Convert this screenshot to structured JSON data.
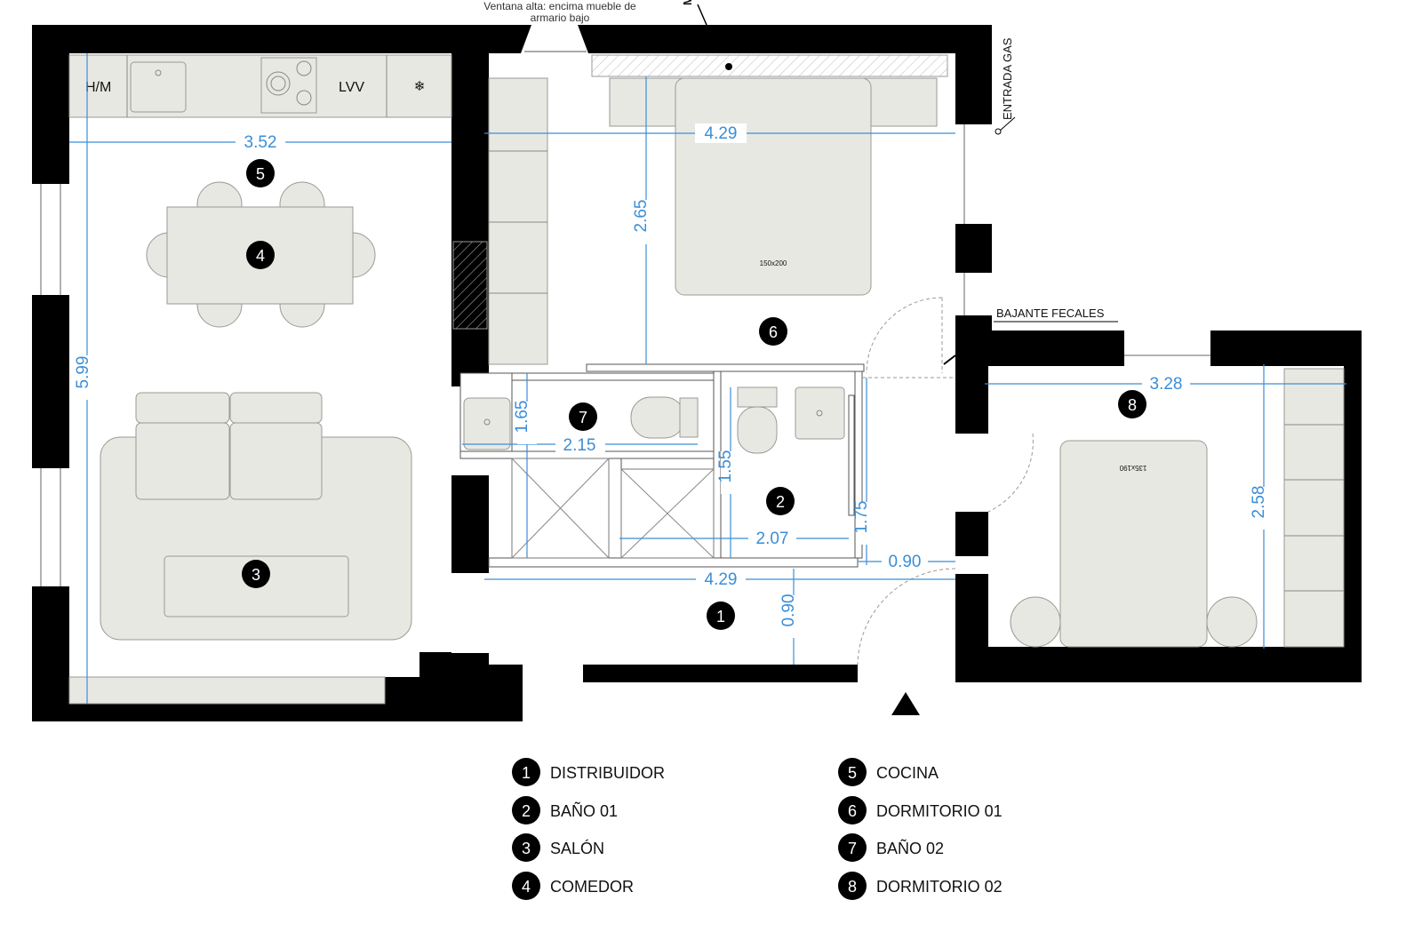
{
  "title": "Floor plan",
  "annotations": {
    "window_note_line1": "Ventana alta: encima mueble de",
    "window_note_line2": "armario bajo",
    "gas_entry": "ENTRADA GAS",
    "drain": "BAJANTE FECALES",
    "kitchen_hm": "H/M",
    "kitchen_lvv": "LVV",
    "bed1_size": "150x200",
    "bed2_size": "135x190",
    "top_cut_label": "M"
  },
  "dimensions": {
    "kitchen_width": "3.52",
    "living_height": "5.99",
    "dorm1_width": "4.29",
    "dorm1_depth": "2.65",
    "bath2_width": "2.15",
    "bath2_depth": "1.65",
    "bath1_depth": "1.55",
    "bath1_width": "2.07",
    "bath1_side": "1.75",
    "door_width": "0.90",
    "hall_width": "4.29",
    "hall_depth": "0.90",
    "dorm2_width": "3.28",
    "dorm2_depth": "2.58"
  },
  "rooms": [
    {
      "number": "1",
      "name": "DISTRIBUIDOR"
    },
    {
      "number": "2",
      "name": "BAÑO 01"
    },
    {
      "number": "3",
      "name": "SALÓN"
    },
    {
      "number": "4",
      "name": "COMEDOR"
    },
    {
      "number": "5",
      "name": "COCINA"
    },
    {
      "number": "6",
      "name": "DORMITORIO 01"
    },
    {
      "number": "7",
      "name": "BAÑO 02"
    },
    {
      "number": "8",
      "name": "DORMITORIO 02"
    }
  ],
  "colors": {
    "dimension": "#3b8ed8",
    "furniture": "#e8e8e3",
    "wall": "#000000"
  }
}
